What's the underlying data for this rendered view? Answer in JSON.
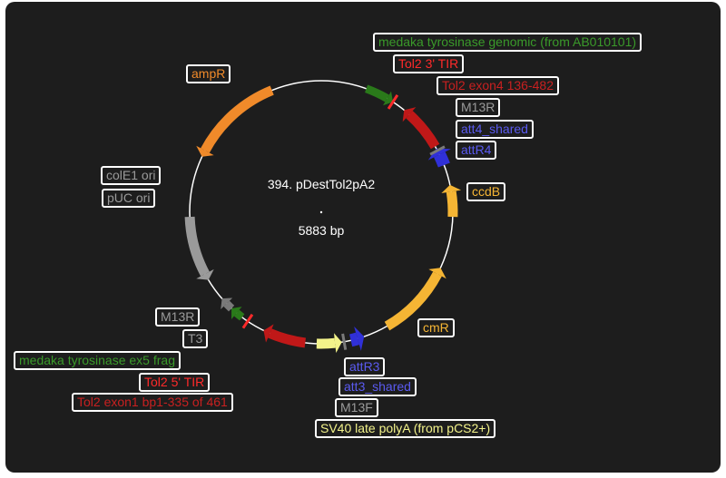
{
  "plasmid": {
    "name": "394. pDestTol2pA2",
    "length": "5883 bp"
  },
  "colors": {
    "background": "#1d1d1d",
    "ampR": "#f08a2a",
    "ori": "#9a9a9a",
    "ccdB": "#f5b534",
    "cmR": "#f5b534",
    "polyA": "#f3f38a",
    "tol2": "#c01818",
    "tol2_label": "#ff2a2a",
    "tyrosinase": "#2a7a1a",
    "att": "#3030d8",
    "m13": "#7a7a7a"
  },
  "labels": [
    {
      "key": "medaka_tyr_genomic",
      "text": "medaka tyrosinase genomic (from AB010101)",
      "color": "#3a9a2a"
    },
    {
      "key": "tol2_3_tir",
      "text": "Tol2 3' TIR",
      "color": "#ff2a2a"
    },
    {
      "key": "tol2_exon4",
      "text": "Tol2 exon4 136-482",
      "color": "#c82020"
    },
    {
      "key": "m13r_top",
      "text": "M13R",
      "color": "#9a9a9a"
    },
    {
      "key": "att4_shared",
      "text": "att4_shared",
      "color": "#5a5af0"
    },
    {
      "key": "attr4",
      "text": "attR4",
      "color": "#5a5af0"
    },
    {
      "key": "ccdb",
      "text": "ccdB",
      "color": "#f5b534"
    },
    {
      "key": "cmr",
      "text": "cmR",
      "color": "#f5b534"
    },
    {
      "key": "attr3",
      "text": "attR3",
      "color": "#5a5af0"
    },
    {
      "key": "att3_shared",
      "text": "att3_shared",
      "color": "#5a5af0"
    },
    {
      "key": "m13f",
      "text": "M13F",
      "color": "#9a9a9a"
    },
    {
      "key": "sv40_polya",
      "text": "SV40 late polyA (from pCS2+)",
      "color": "#f3f38a"
    },
    {
      "key": "ampr",
      "text": "ampR",
      "color": "#f08a2a"
    },
    {
      "key": "cole1_ori",
      "text": "colE1 ori",
      "color": "#9a9a9a"
    },
    {
      "key": "puc_ori",
      "text": "pUC ori",
      "color": "#9a9a9a"
    },
    {
      "key": "m13r_bottom",
      "text": "M13R",
      "color": "#9a9a9a"
    },
    {
      "key": "t3",
      "text": "T3",
      "color": "#9a9a9a"
    },
    {
      "key": "medaka_tyr_ex5",
      "text": "medaka tyrosinase ex5 frag",
      "color": "#3a9a2a"
    },
    {
      "key": "tol2_5_tir",
      "text": "Tol2 5' TIR",
      "color": "#ff2a2a"
    },
    {
      "key": "tol2_exon1",
      "text": "Tol2 exon1 bp1-335 of 461",
      "color": "#c82020"
    }
  ]
}
